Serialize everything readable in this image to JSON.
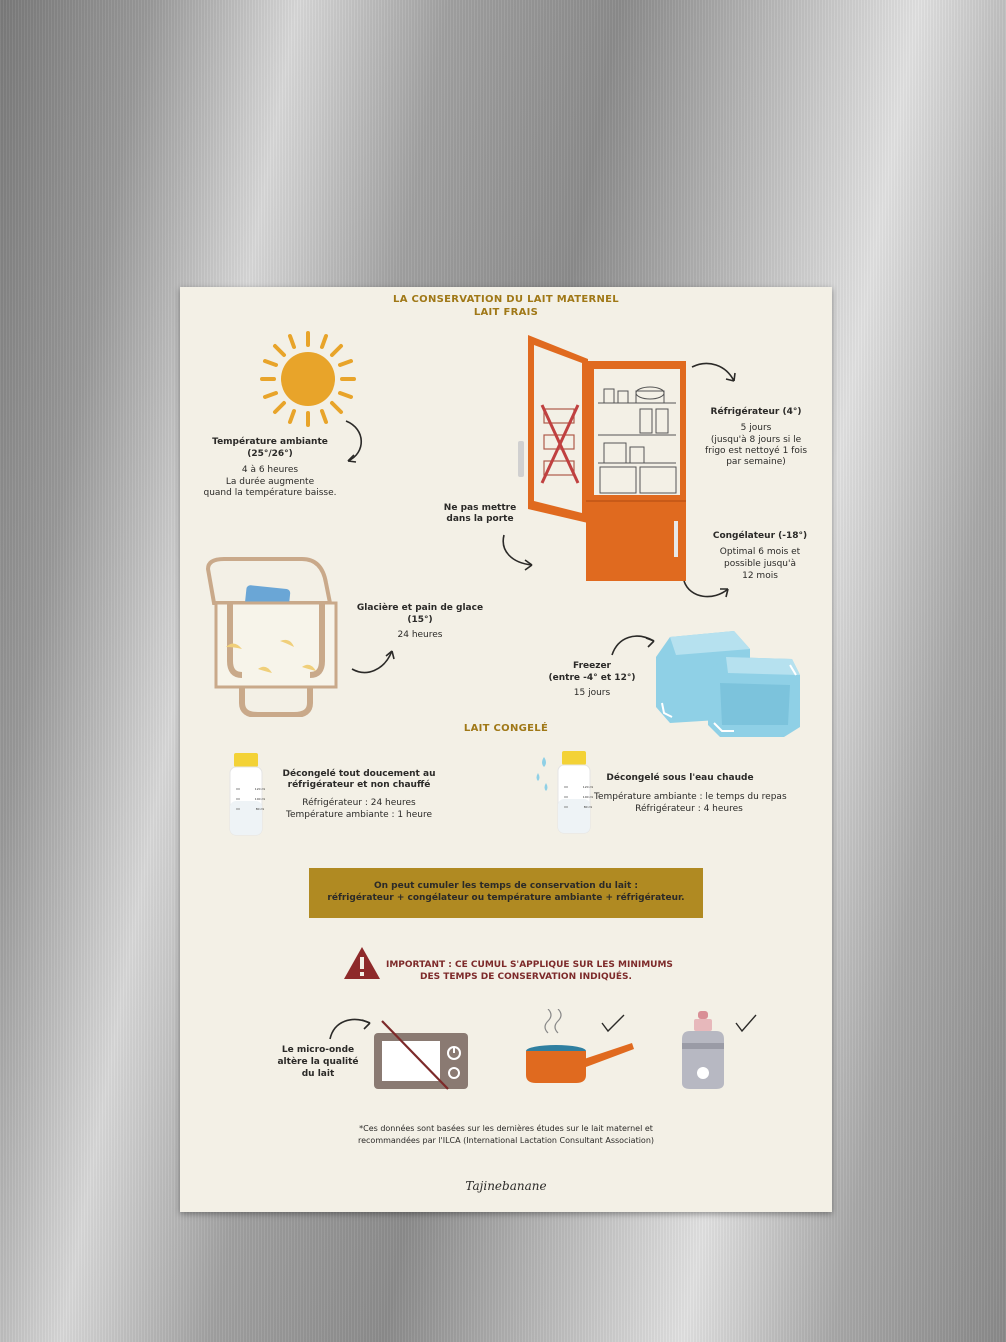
{
  "header": {
    "title": "LA CONSERVATION DU LAIT MATERNEL",
    "subtitle": "LAIT FRAIS"
  },
  "ambient": {
    "title": "Température ambiante",
    "temp": "(25°/26°)",
    "line1": "4 à 6 heures",
    "line2": "La durée augmente",
    "line3": "quand la température baisse."
  },
  "fridge": {
    "title": "Réfrigérateur (4°)",
    "line1": "5 jours",
    "line2": "(jusqu'à 8 jours si le",
    "line3": "frigo est nettoyé 1 fois",
    "line4": "par semaine)"
  },
  "door": {
    "line1": "Ne pas mettre",
    "line2": "dans la porte"
  },
  "freezer_deep": {
    "title": "Congélateur (-18°)",
    "line1": "Optimal 6 mois et",
    "line2": "possible jusqu'à",
    "line3": "12 mois"
  },
  "cooler": {
    "title": "Glacière et pain de glace",
    "temp": "(15°)",
    "line1": "24 heures"
  },
  "freezer_small": {
    "title": "Freezer",
    "temp": "(entre -4° et 12°)",
    "line1": "15 jours"
  },
  "frozen": {
    "heading": "LAIT CONGELÉ",
    "left": {
      "title1": "Décongelé tout doucement au",
      "title2": "réfrigérateur et non chauffé",
      "line1": "Réfrigérateur : 24 heures",
      "line2": "Température ambiante : 1 heure"
    },
    "right": {
      "title": "Décongelé sous l'eau chaude",
      "line1": "Température ambiante : le temps du repas",
      "line2": "Réfrigérateur : 4 heures"
    },
    "bottle_marks": [
      "120 ml",
      "100 ml",
      "80 ml"
    ]
  },
  "banner": {
    "line1": "On peut cumuler les temps de conservation du lait :",
    "line2": "réfrigérateur + congélateur ou température ambiante + réfrigérateur."
  },
  "important": {
    "line1": "IMPORTANT : CE CUMUL S'APPLIQUE SUR LES MINIMUMS",
    "line2": "DES TEMPS DE CONSERVATION INDIQUÉS."
  },
  "microwave": {
    "line1": "Le micro-onde",
    "line2": "altère la qualité",
    "line3": "du lait"
  },
  "footnote": {
    "line1": "*Ces données sont basées sur les dernières études sur le lait maternel et",
    "line2": "recommandées par l'ILCA (International Lactation Consultant Association)"
  },
  "brand": "Tajinebanane",
  "colors": {
    "paper": "#f3f0e6",
    "gold": "#b08a22",
    "orange": "#e06a1f",
    "sun": "#e8a42a",
    "ice": "#8fd0e6",
    "warning": "#8e2a2a",
    "microwave": "#8a7a72"
  }
}
